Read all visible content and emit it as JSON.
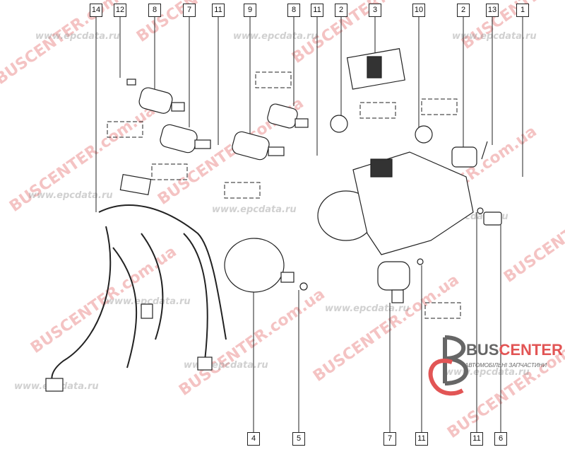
{
  "diagram": {
    "top_callouts": [
      "14",
      "12",
      "8",
      "7",
      "11",
      "9",
      "8",
      "11",
      "2",
      "3",
      "10",
      "2",
      "13",
      "1"
    ],
    "bottom_callouts": [
      "4",
      "5",
      "7",
      "11",
      "11",
      "6"
    ]
  },
  "watermarks": {
    "site": "BUSCENTER.com.ua",
    "epc": "www.epcdata.ru"
  },
  "logo": {
    "brand_part1": "BUS",
    "brand_part2": "CENTER",
    "tagline": "АВТОМОБІЛЬНІ ЗАПЧАСТИНИ",
    "accent_color": "#e25555",
    "gray_color": "#666666"
  }
}
